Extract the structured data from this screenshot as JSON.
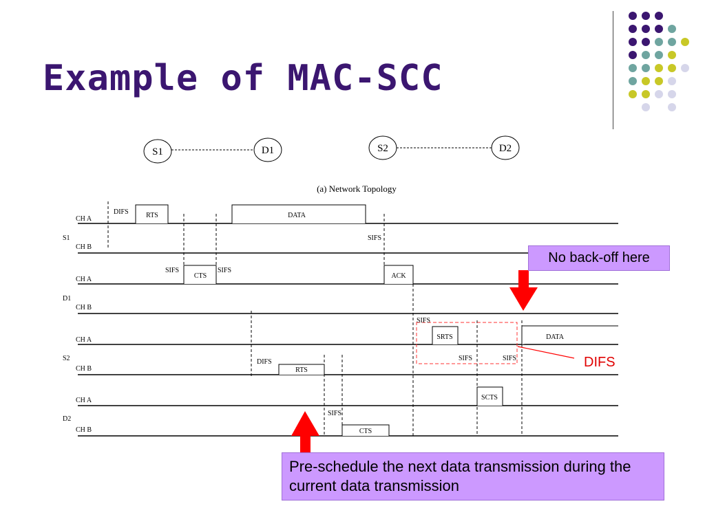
{
  "slide": {
    "title": "Example of MAC-SCC",
    "callout_top": "No back-off here",
    "callout_bottom": "Pre-schedule the next data transmission during the current data transmission",
    "difs_annotation": "DIFS",
    "accent_color": "#3b1670",
    "callout_color": "#cc99ff",
    "arrow_color": "#ff0000"
  },
  "topology": {
    "nodes": [
      "S1",
      "D1",
      "S2",
      "D2"
    ],
    "caption": "(a) Network Topology"
  },
  "timeline": {
    "group_labels": [
      "S1",
      "D1",
      "S2",
      "D2"
    ],
    "channel_labels": [
      "CH A",
      "CH B",
      "CH A",
      "CH B",
      "CH A",
      "CH B",
      "CH A",
      "CH B"
    ],
    "frames": [
      "RTS",
      "DATA",
      "CTS",
      "ACK",
      "SRTS",
      "DATA",
      "RTS",
      "SCTS",
      "CTS"
    ],
    "interval_labels": [
      "DIFS",
      "SIFS",
      "SIFS",
      "SIFS",
      "SIFS",
      "SIFS",
      "SIFS",
      "DIFS",
      "SIFS"
    ]
  },
  "decoration": {
    "dot_colors": [
      "#3b1670",
      "#6fa5a0",
      "#c8c827",
      "#d6d6ea"
    ]
  }
}
